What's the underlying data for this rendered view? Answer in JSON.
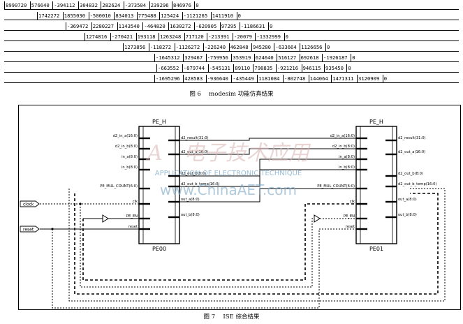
{
  "figure6": {
    "caption": "图 6　 modesim 功能仿真结果",
    "rows": [
      [
        "8990720",
        "576640",
        "-394112",
        "304832",
        "282624",
        "-373504",
        "239296",
        "846976",
        "0"
      ],
      [
        "1742272",
        "1855030",
        "-500010",
        "834013",
        "775488",
        "125424",
        "-1121265",
        "1411910",
        "0"
      ],
      [
        "-369472",
        "2280227",
        "1143540",
        "-464820",
        "1630272",
        "-620905",
        "97295",
        "-1186631",
        "0"
      ],
      [
        "1274816",
        "-270421",
        "193118",
        "1263248",
        "717120",
        "-213391",
        "-20079",
        "-1332999",
        "0"
      ],
      [
        "1273856",
        "-118272",
        "-1126272",
        "-226240",
        "462848",
        "945280",
        "-633664",
        "1126656",
        "0"
      ],
      [
        "-1645312",
        "329467",
        "-759956",
        "353919",
        "624640",
        "516127",
        "692618",
        "-1926187",
        "0"
      ],
      [
        "-663552",
        "-879744",
        "-545131",
        "89110",
        "798835",
        "-921216",
        "946115",
        "935450",
        "0"
      ],
      [
        "-1695296",
        "428583",
        "-936640",
        "-435449",
        "1181084",
        "-802748",
        "144064",
        "1471311",
        "3120909",
        "0"
      ]
    ]
  },
  "figure7": {
    "caption": "图 7　 ISE 综合结果",
    "watermark_line": "APPLICATION OF ELECTRONIC TECHNIQUE",
    "watermark_site": "www.ChinaAET.com",
    "pe00": {
      "title": "PE_H",
      "name": "PE00",
      "inputs": [
        "d2_in_a(16:0)",
        "d2_in_b(8:0)",
        "in_a(8:0)",
        "in_b(8:0)",
        "PE_MUL_COUNT(6:0)",
        "clk",
        "PE_EN",
        "reset"
      ],
      "outputs": [
        "d2_result(31:0)",
        "d2_out_a(16:0)",
        "d2_out_b(8:0)",
        "d2_out_b_temp(16:0)",
        "out_a(8:0)",
        "out_b(8:0)"
      ]
    },
    "pe01": {
      "title": "PE_H",
      "name": "PE01",
      "inputs": [
        "d2_in_a(16:0)",
        "d2_in_b(8:0)",
        "in_a(8:0)",
        "in_b(8:0)",
        "PE_MUL_COUNT(6:0)",
        "clk",
        "PE_EN",
        "reset"
      ],
      "outputs": [
        "d2_result(31:0)",
        "d2_out_a(16:0)",
        "d2_out_b(8:0)",
        "d2_out_b_temp(16:0)",
        "out_a(8:0)",
        "out_b(8:0)"
      ]
    },
    "ports": {
      "clock": "clock",
      "reset": "reset"
    }
  }
}
